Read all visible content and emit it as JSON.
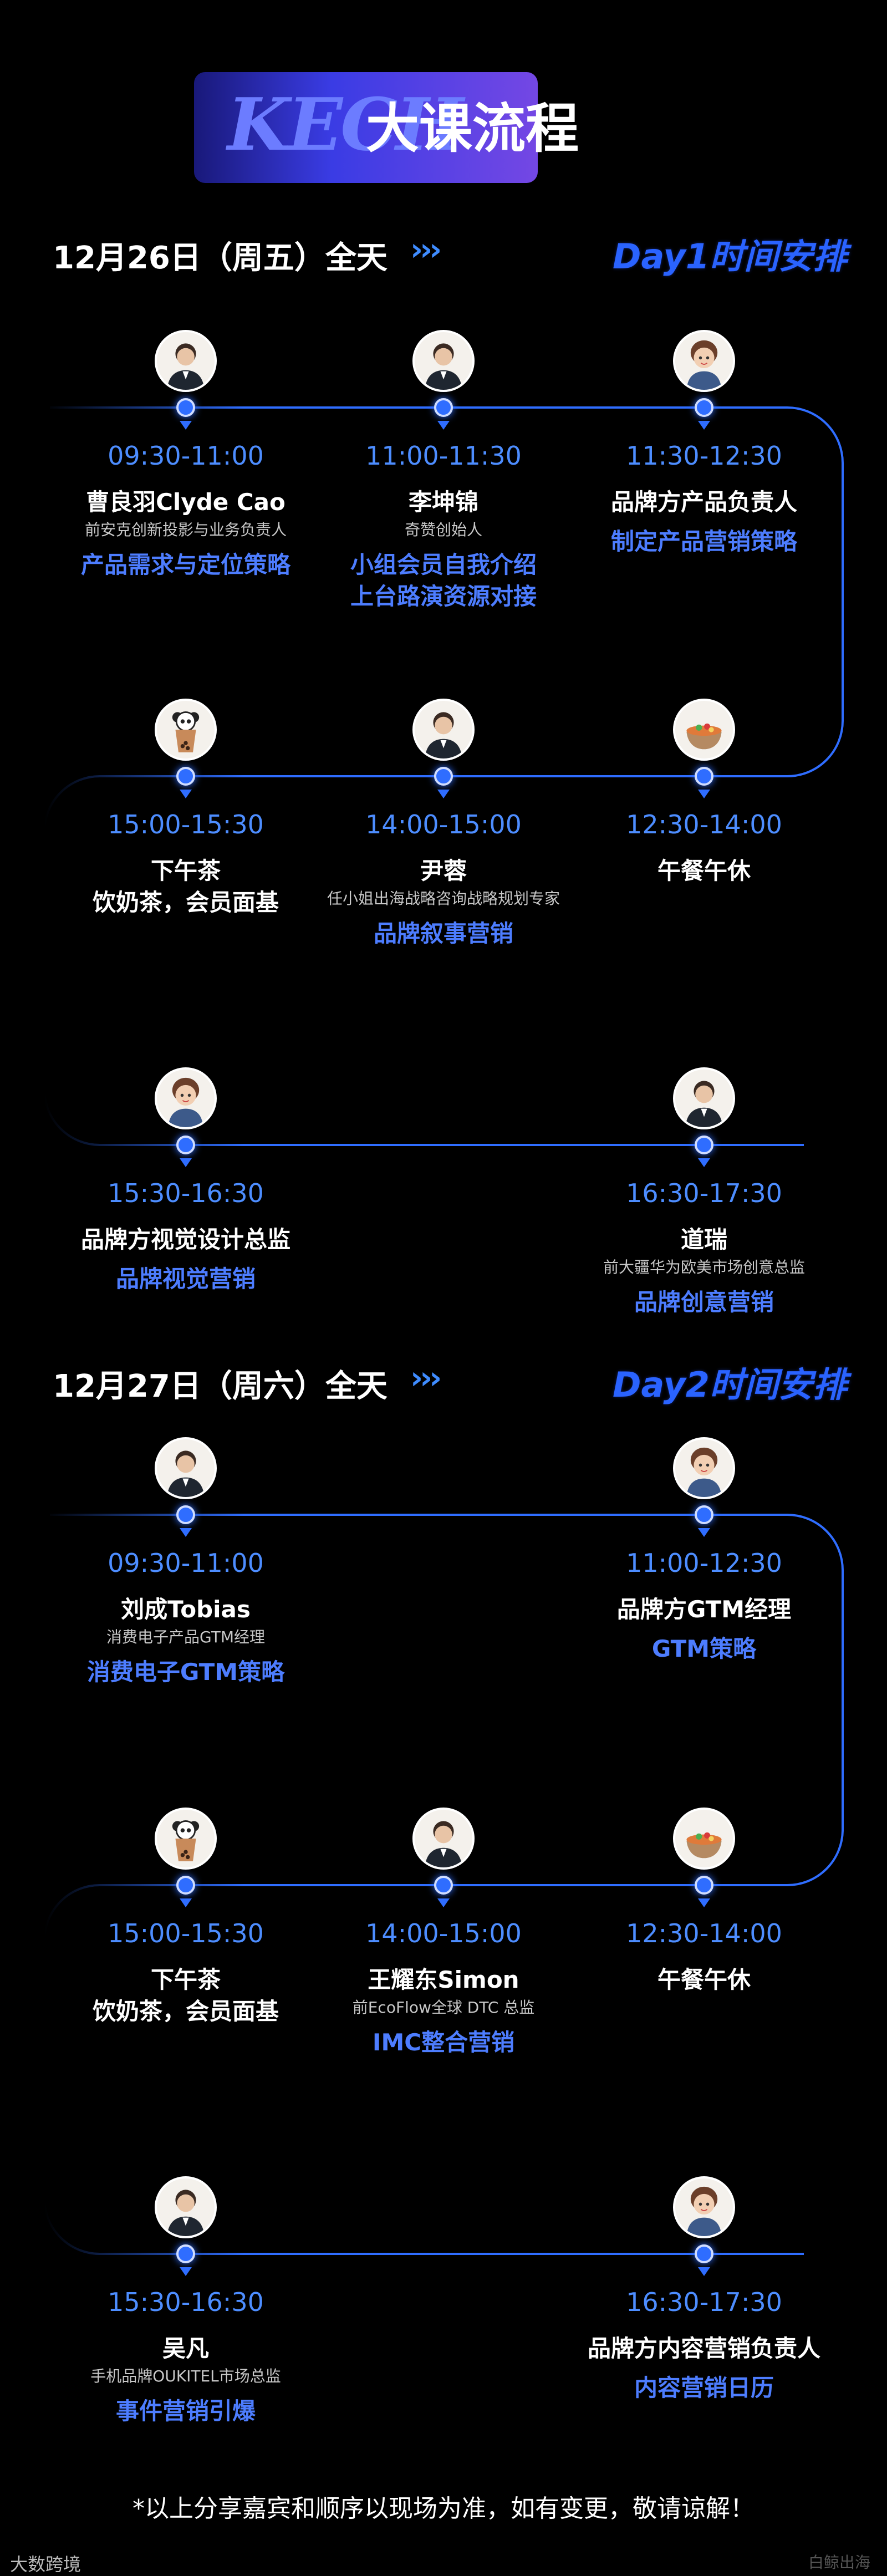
{
  "header": {
    "logo": "KECH",
    "title": "大课流程"
  },
  "days": [
    {
      "date": "12月26日（周五）全天",
      "arrows": "›››",
      "label": "Day1时间安排"
    },
    {
      "date": "12月27日（周六）全天",
      "arrows": "›››",
      "label": "Day2时间安排"
    }
  ],
  "sessions": [
    {
      "time": "09:30-11:00",
      "name": "曹良羽Clyde Cao",
      "role": "前安克创新投影与业务负责人",
      "topic": "产品需求与定位策略",
      "avatar": "person-icon"
    },
    {
      "time": "11:00-11:30",
      "name": "李坤锦",
      "role": "奇赞创始人",
      "topic": "小组会员自我介绍\n上台路演资源对接",
      "avatar": "person-icon"
    },
    {
      "time": "11:30-12:30",
      "name": "品牌方产品负责人",
      "role": "",
      "topic": "制定产品营销策略",
      "avatar": "cartoon-person-icon"
    },
    {
      "time": "15:00-15:30",
      "name": "下午茶\n饮奶茶，会员面基",
      "role": "",
      "topic": "",
      "avatar": "milk-tea-icon"
    },
    {
      "time": "14:00-15:00",
      "name": "尹蓉",
      "role": "任小姐出海战略咨询战略规划专家",
      "topic": "品牌叙事营销",
      "avatar": "person-icon"
    },
    {
      "time": "12:30-14:00",
      "name": "午餐午休",
      "role": "",
      "topic": "",
      "avatar": "food-bowl-icon"
    },
    {
      "time": "15:30-16:30",
      "name": "品牌方视觉设计总监",
      "role": "",
      "topic": "品牌视觉营销",
      "avatar": "cartoon-person-icon"
    },
    {
      "time": "16:30-17:30",
      "name": "道瑞",
      "role": "前大疆华为欧美市场创意总监",
      "topic": "品牌创意营销",
      "avatar": "person-icon"
    },
    {
      "time": "09:30-11:00",
      "name": "刘成Tobias",
      "role": "消费电子产品GTM经理",
      "topic": "消费电子GTM策略",
      "avatar": "person-icon"
    },
    {
      "time": "11:00-12:30",
      "name": "品牌方GTM经理",
      "role": "",
      "topic": "GTM策略",
      "avatar": "cartoon-person-icon"
    },
    {
      "time": "15:00-15:30",
      "name": "下午茶\n饮奶茶，会员面基",
      "role": "",
      "topic": "",
      "avatar": "milk-tea-icon"
    },
    {
      "time": "14:00-15:00",
      "name": "王耀东Simon",
      "role": "前EcoFlow全球 DTC 总监",
      "topic": "IMC整合营销",
      "avatar": "person-icon"
    },
    {
      "time": "12:30-14:00",
      "name": "午餐午休",
      "role": "",
      "topic": "",
      "avatar": "food-bowl-icon"
    },
    {
      "time": "15:30-16:30",
      "name": "吴凡",
      "role": "手机品牌OUKITEL市场总监",
      "topic": "事件营销引爆",
      "avatar": "person-icon"
    },
    {
      "time": "16:30-17:30",
      "name": "品牌方内容营销负责人",
      "role": "",
      "topic": "内容营销日历",
      "avatar": "cartoon-person-icon"
    }
  ],
  "footer": {
    "note": "*以上分享嘉宾和顺序以现场为准，如有变更，敬请谅解！",
    "brand_left": "大数跨境",
    "brand_right": "白鲸出海"
  },
  "colors": {
    "accent": "#2f6dff",
    "time": "#4d8dff",
    "topic": "#4d7dff",
    "day_label": "#2a63ff"
  }
}
